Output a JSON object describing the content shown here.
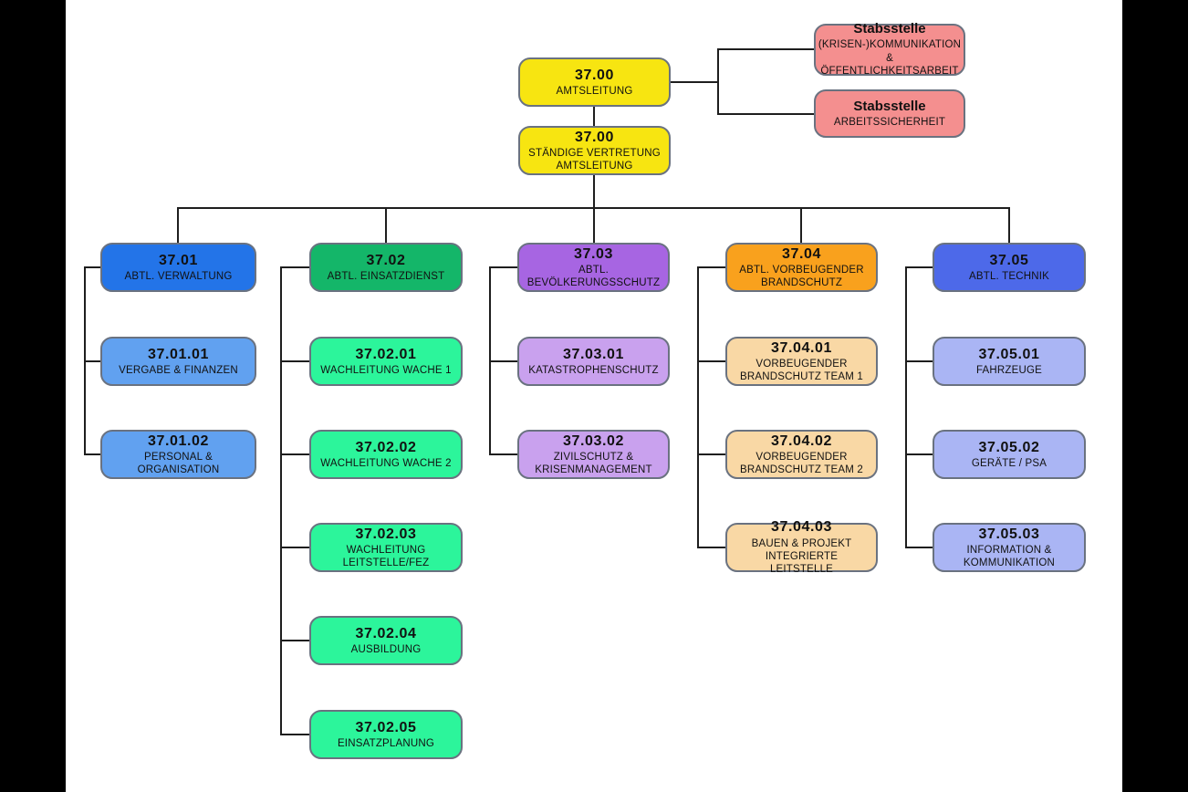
{
  "org": {
    "root": {
      "code": "37.00",
      "label": "AMTSLEITUNG"
    },
    "deputy": {
      "code": "37.00",
      "label": "STÄNDIGE VERTRETUNG\nAMTSLEITUNG"
    },
    "staff": [
      {
        "title": "Stabsstelle",
        "label": "(KRISEN-)KOMMUNIKATION\n& ÖFFENTLICHKEITSARBEIT"
      },
      {
        "title": "Stabsstelle",
        "label": "ARBEITSSICHERHEIT"
      }
    ],
    "departments": [
      {
        "code": "37.01",
        "label": "ABTL. VERWALTUNG",
        "head_color": "#2374E8",
        "child_color": "#61A1F0",
        "children": [
          {
            "code": "37.01.01",
            "label": "VERGABE & FINANZEN"
          },
          {
            "code": "37.01.02",
            "label": "PERSONAL & ORGANISATION"
          }
        ]
      },
      {
        "code": "37.02",
        "label": "ABTL. EINSATZDIENST",
        "head_color": "#14B669",
        "child_color": "#2CF59B",
        "children": [
          {
            "code": "37.02.01",
            "label": "WACHLEITUNG WACHE 1"
          },
          {
            "code": "37.02.02",
            "label": "WACHLEITUNG WACHE 2"
          },
          {
            "code": "37.02.03",
            "label": "WACHLEITUNG\nLEITSTELLE/FEZ"
          },
          {
            "code": "37.02.04",
            "label": "AUSBILDUNG"
          },
          {
            "code": "37.02.05",
            "label": "EINSATZPLANUNG"
          }
        ]
      },
      {
        "code": "37.03",
        "label": "ABTL.\nBEVÖLKERUNGSSCHUTZ",
        "head_color": "#A765E2",
        "child_color": "#C9A1EE",
        "children": [
          {
            "code": "37.03.01",
            "label": "KATASTROPHENSCHUTZ"
          },
          {
            "code": "37.03.02",
            "label": "ZIVILSCHUTZ &\nKRISENMANAGEMENT"
          }
        ]
      },
      {
        "code": "37.04",
        "label": "ABTL. VORBEUGENDER\nBRANDSCHUTZ",
        "head_color": "#F9A11D",
        "child_color": "#F9D8A5",
        "children": [
          {
            "code": "37.04.01",
            "label": "VORBEUGENDER\nBRANDSCHUTZ TEAM 1"
          },
          {
            "code": "37.04.02",
            "label": "VORBEUGENDER\nBRANDSCHUTZ TEAM 2"
          },
          {
            "code": "37.04.03",
            "label": "BAUEN & PROJEKT\nINTEGRIERTE LEITSTELLE"
          }
        ]
      },
      {
        "code": "37.05",
        "label": "ABTL. TECHNIK",
        "head_color": "#4D69E9",
        "child_color": "#AAB5F4",
        "children": [
          {
            "code": "37.05.01",
            "label": "FAHRZEUGE"
          },
          {
            "code": "37.05.02",
            "label": "GERÄTE / PSA"
          },
          {
            "code": "37.05.03",
            "label": "INFORMATION &\nKOMMUNIKATION"
          }
        ]
      }
    ]
  },
  "palette": {
    "root_fill": "#F7E511",
    "staff_fill": "#F48F8F",
    "line": "#1E1E1E",
    "border": "#6A7280"
  }
}
